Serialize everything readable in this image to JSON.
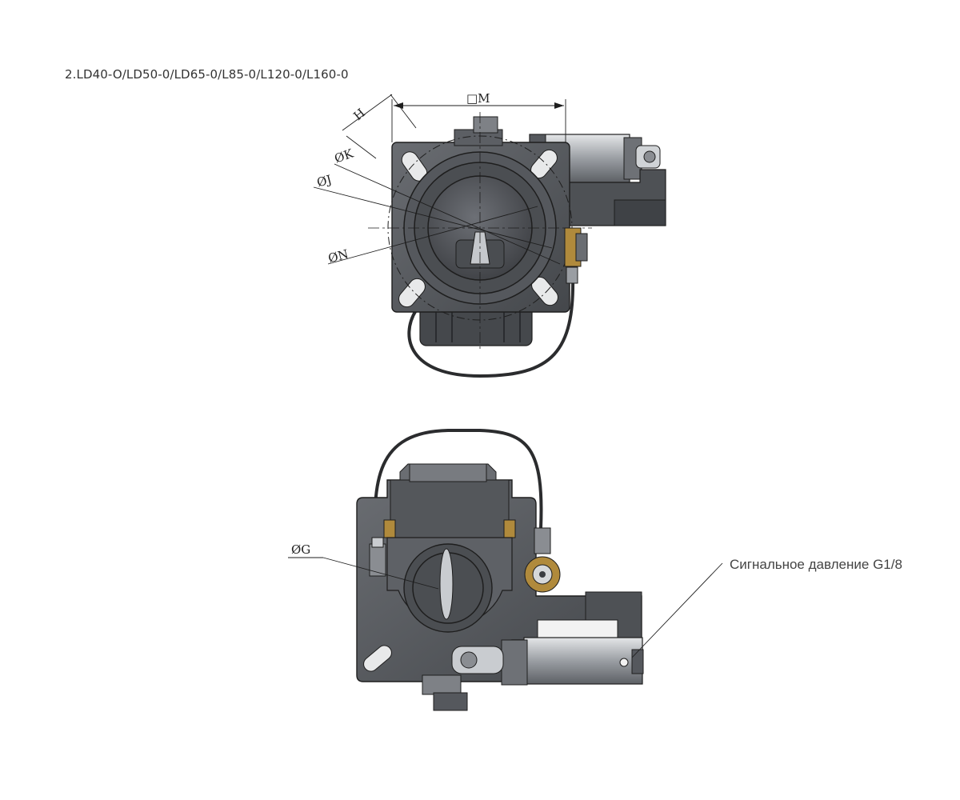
{
  "caption": "2.LD40-O/LD50-0/LD65-0/L85-0/L120-0/L160-0",
  "labels": {
    "m": "□M",
    "h": "H",
    "k": "ØK",
    "j": "ØJ",
    "n": "ØN",
    "g": "ØG",
    "signal": "Сигнальное давление G1/8"
  },
  "colors": {
    "body": "#55585d",
    "body_dark": "#3b3d41",
    "body_light": "#7d8086",
    "metal": "#c9ccd0",
    "brass": "#b08a3c",
    "line": "#1e1e1e"
  }
}
